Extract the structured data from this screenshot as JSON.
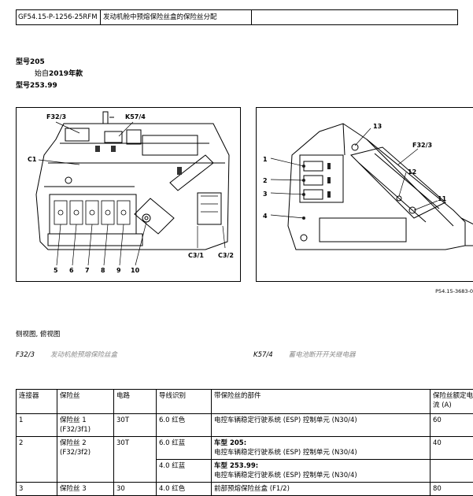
{
  "header": {
    "doc_id": "GF54.15-P-1256-25RFM",
    "title": "发动机舱中预熔保险丝盒的保险丝分配",
    "extra": ""
  },
  "model": {
    "line1": "型号205",
    "line2_prefix": "始自",
    "line2_value": "2019年款",
    "line3": "型号253.99"
  },
  "figure": {
    "left_labels": {
      "f32": "F32/3",
      "k57": "K57/4",
      "c1": "C1",
      "c31": "C3/1",
      "c32": "C3/2",
      "n5": "5",
      "n6": "6",
      "n7": "7",
      "n8": "8",
      "n9": "9",
      "n10": "10"
    },
    "right_labels": {
      "n13": "13",
      "f32": "F32/3",
      "n1": "1",
      "n2": "2",
      "n3": "3",
      "n4": "4",
      "n12": "12",
      "n11": "11"
    },
    "code": "P54.15-3683-0"
  },
  "caption": "侧视图, 俯视图",
  "legend": [
    {
      "code": "F32/3",
      "desc": "发动机舱预熔保险丝盒"
    },
    {
      "code": "K57/4",
      "desc": "蓄电池断开开关继电器"
    }
  ],
  "table": {
    "headers": [
      "连接器",
      "保险丝",
      "电路",
      "导线识别",
      "带保险丝的部件",
      "保险丝额定电流 (A)"
    ],
    "rows": {
      "r1": {
        "conn": "1",
        "fuse1": "保险丝 1",
        "fuse2": "(F32/3f1)",
        "circuit": "30T",
        "wire": "6.0 红色",
        "comp": "电控车辆稳定行驶系统 (ESP) 控制单元 (N30/4)",
        "amp": "60"
      },
      "r2": {
        "conn": "2",
        "fuse1": "保险丝 2",
        "fuse2": "(F32/3f2)",
        "circuit": "30T",
        "wire": "6.0 红蓝",
        "comp_label": "车型 205:",
        "comp": "电控车辆稳定行驶系统 (ESP) 控制单元 (N30/4)",
        "amp": "40"
      },
      "r2b": {
        "wire": "4.0 红蓝",
        "comp_label": "车型 253.99:",
        "comp": "电控车辆稳定行驶系统 (ESP) 控制单元 (N30/4)",
        "amp": ""
      },
      "r3": {
        "conn": "3",
        "fuse1": "保险丝 3",
        "circuit": "30",
        "wire": "4.0 红色",
        "comp": "前部预熔保险丝盒 (F1/2)",
        "amp": "80"
      }
    }
  }
}
